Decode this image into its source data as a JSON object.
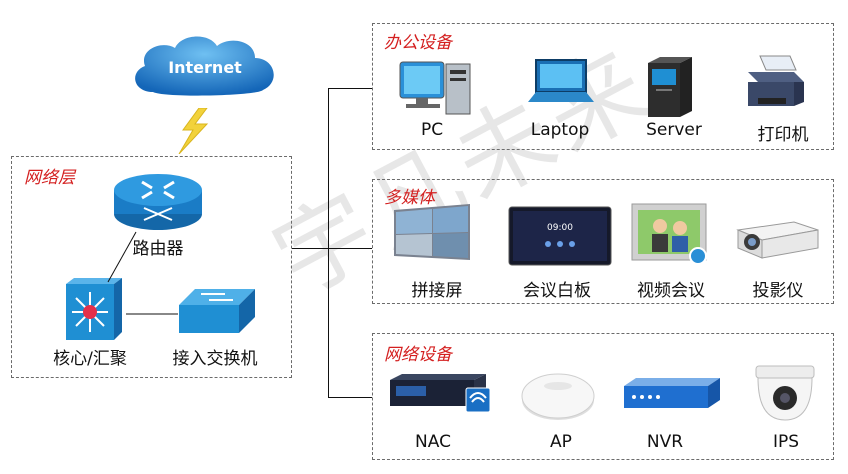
{
  "internet": {
    "label": "Internet"
  },
  "network_layer": {
    "title": "网络层",
    "router_label": "路由器",
    "core_label": "核心/汇聚",
    "access_label": "接入交换机"
  },
  "office": {
    "title": "办公设备",
    "items": [
      {
        "label": "PC",
        "icon": "pc-icon"
      },
      {
        "label": "Laptop",
        "icon": "laptop-icon"
      },
      {
        "label": "Server",
        "icon": "server-icon"
      },
      {
        "label": "打印机",
        "icon": "printer-icon"
      }
    ]
  },
  "multimedia": {
    "title": "多媒体",
    "items": [
      {
        "label": "拼接屏",
        "icon": "video-wall-icon"
      },
      {
        "label": "会议白板",
        "icon": "whiteboard-icon"
      },
      {
        "label": "视频会议",
        "icon": "video-conference-icon"
      },
      {
        "label": "投影仪",
        "icon": "projector-icon"
      }
    ]
  },
  "network_devices": {
    "title": "网络设备",
    "items": [
      {
        "label": "NAC",
        "icon": "nac-appliance-icon"
      },
      {
        "label": "AP",
        "icon": "access-point-icon"
      },
      {
        "label": "NVR",
        "icon": "nvr-icon"
      },
      {
        "label": "IPS",
        "icon": "dome-camera-icon"
      }
    ]
  },
  "watermark": "宇凡未来",
  "colors": {
    "title_red": "#d42020",
    "cisco_blue": "#1f8fd3"
  }
}
